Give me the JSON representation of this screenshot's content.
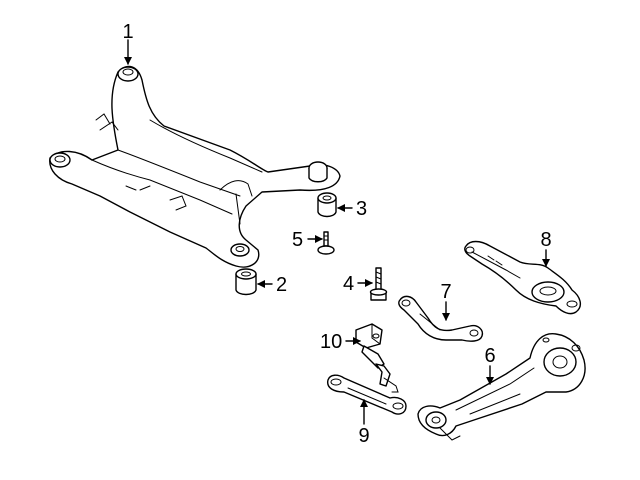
{
  "callouts": [
    {
      "id": "1",
      "label": "1",
      "part": "crossmember"
    },
    {
      "id": "2",
      "label": "2",
      "part": "rear-insulator"
    },
    {
      "id": "3",
      "label": "3",
      "part": "front-insulator"
    },
    {
      "id": "4",
      "label": "4",
      "part": "bolt"
    },
    {
      "id": "5",
      "label": "5",
      "part": "stud"
    },
    {
      "id": "6",
      "label": "6",
      "part": "trailing-arm"
    },
    {
      "id": "7",
      "label": "7",
      "part": "upper-control-arm"
    },
    {
      "id": "8",
      "label": "8",
      "part": "lower-control-arm"
    },
    {
      "id": "9",
      "label": "9",
      "part": "lateral-link"
    },
    {
      "id": "10",
      "label": "10",
      "part": "height-sensor"
    }
  ],
  "colors": {
    "line": "#000000",
    "background": "#ffffff"
  }
}
